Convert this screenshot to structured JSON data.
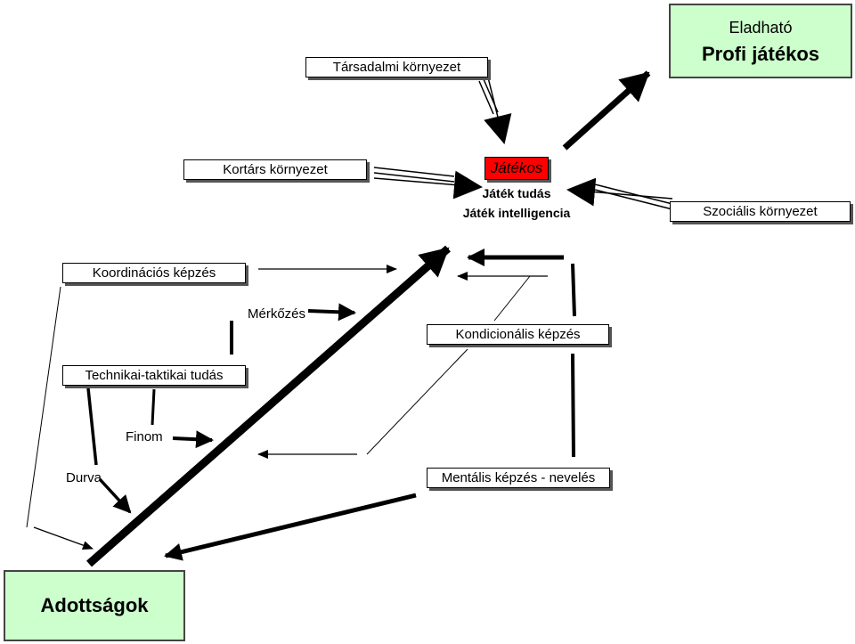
{
  "nodes": {
    "eladhato_line1": "Eladható",
    "eladhato_line2": "Profi játékos",
    "tarsadalmi": "Társadalmi környezet",
    "kortars": "Kortárs környezet",
    "jatekos": "Játékos",
    "jatek_tudas": "Játék tudás",
    "jatek_intelligencia": "Játék intelligencia",
    "szocialis": "Szociális környezet",
    "koordinacios": "Koordinációs képzés",
    "merkozes": "Mérkőzés",
    "kondicionalis": "Kondicionális képzés",
    "technikai": "Technikai-taktikai tudás",
    "finom": "Finom",
    "durva": "Durva",
    "mentalis": "Mentális képzés - nevelés",
    "adottsagok": "Adottságok"
  },
  "colors": {
    "player_box": "#ff0000",
    "green_box": "#ccffcc"
  }
}
